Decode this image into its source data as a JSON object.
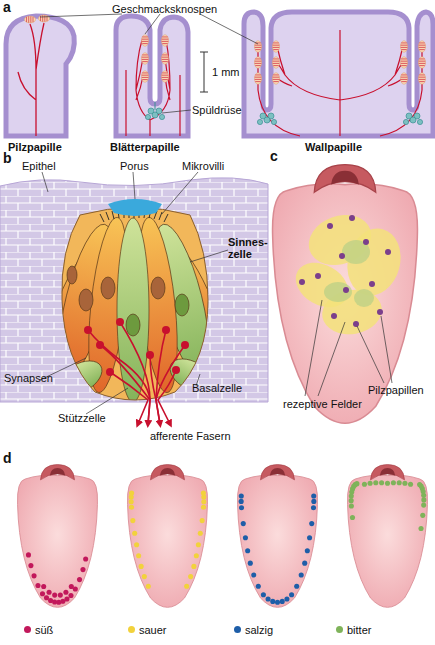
{
  "diagram": {
    "labels": [
      "a",
      "Geschmacksknospen",
      "1 mm",
      "Spüldrüse",
      "Pilzpapille",
      "Blätterpapille",
      "Wallpapille",
      "b",
      "Epithel",
      "Porus",
      "Mikrovilli",
      "Sinnes- zelle",
      "Synapsen",
      "Stützzelle",
      "Basalzelle",
      "afferente Fasern",
      "c",
      "rezeptive Felder",
      "Pilzpapillen",
      "d"
    ],
    "legend": [
      {
        "text": "süß",
        "color": "#c2185b"
      },
      {
        "text": "sauer",
        "color": "#f2d23c"
      },
      {
        "text": "salzig",
        "color": "#1e5ea8"
      },
      {
        "text": "bitter",
        "color": "#7fb35a"
      }
    ]
  }
}
